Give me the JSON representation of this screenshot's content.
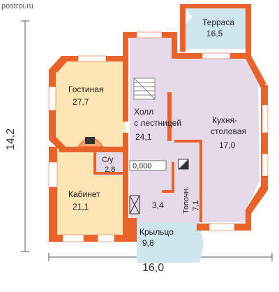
{
  "watermark": "postroi.ru",
  "dimensions": {
    "width": "16,0",
    "depth": "14,2"
  },
  "level_mark": "0,000",
  "rooms": {
    "terrace": {
      "name": "Терраса",
      "area": "16,5"
    },
    "living": {
      "name": "Гостиная",
      "area": "27,7"
    },
    "hall": {
      "name_line1": "Холл",
      "name_line2": "с лестницей",
      "area": "24,1"
    },
    "kitchen": {
      "name_line1": "Кухня-",
      "name_line2": "столовая",
      "area": "17,0"
    },
    "wc": {
      "name": "С/у",
      "area": "2,8"
    },
    "study": {
      "name": "Кабинет",
      "area": "21,1"
    },
    "storage": {
      "area": "3,4"
    },
    "furnace": {
      "name": "Топочн.",
      "area": "7,1"
    },
    "porch": {
      "name": "Крыльцо",
      "area": "9,8"
    }
  },
  "colors": {
    "wall": "#e8622a",
    "wall_light": "#f4a26a",
    "living_fill": "#fde6b4",
    "study_fill": "#fde6b4",
    "hall_fill": "#e6d9ea",
    "terrace_fill": "#cfe6ef",
    "porch_fill": "#cfe6ef",
    "window": "#ffffff"
  }
}
